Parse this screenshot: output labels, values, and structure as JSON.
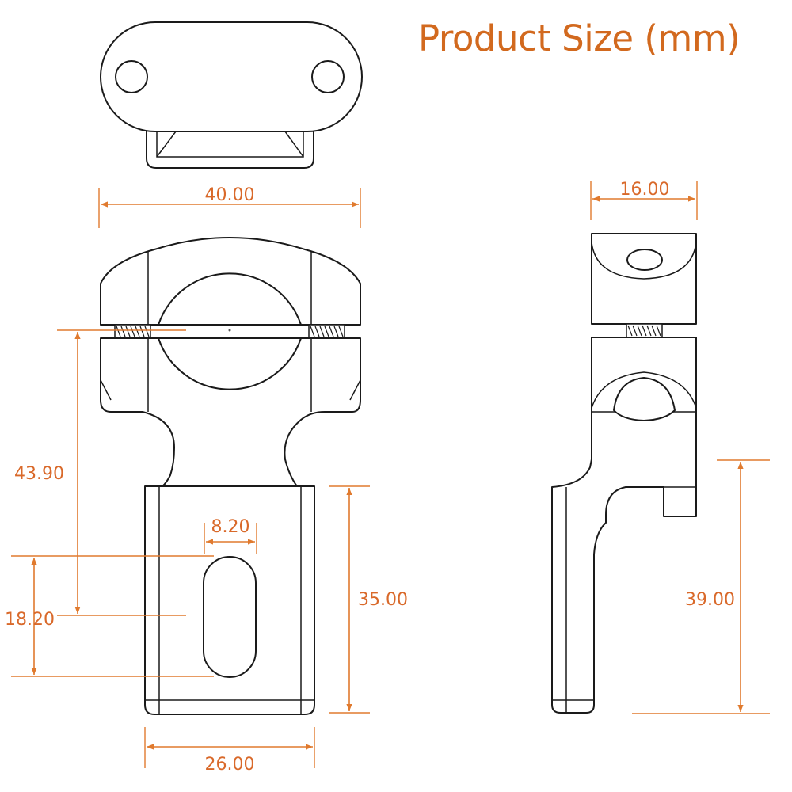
{
  "title": "Product Size (mm)",
  "dimensions": {
    "width_top": "40.00",
    "side_width": "16.00",
    "height_center": "43.90",
    "slot_width": "8.20",
    "slot_length": "18.20",
    "plate_height": "35.00",
    "side_height": "39.00",
    "plate_width": "26.00"
  },
  "colors": {
    "dimension": "#d9692a",
    "title": "#d2691e",
    "outline": "#1a1a1a"
  }
}
